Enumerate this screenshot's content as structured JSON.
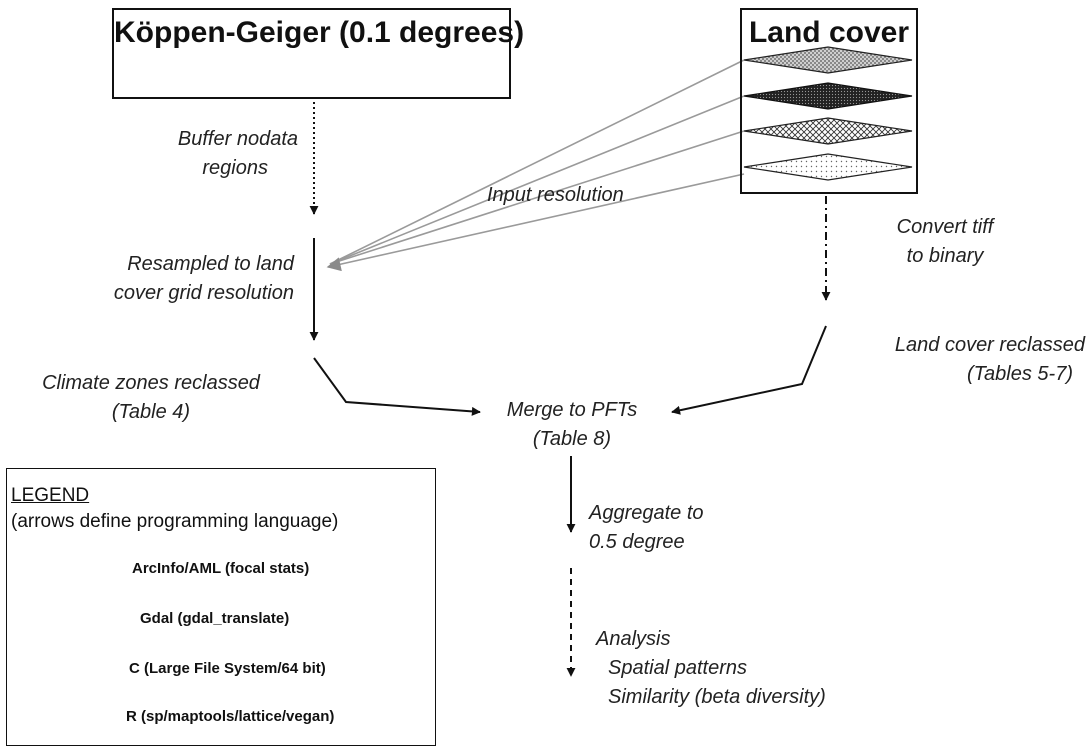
{
  "koppen": {
    "title": "Köppen-Geiger (0.1 degrees)",
    "icon": "diamond-raster-icon"
  },
  "landcover": {
    "title": "Land cover",
    "icons": [
      "diamond-raster-icon",
      "diamond-raster-icon",
      "diamond-raster-icon",
      "diamond-raster-icon"
    ]
  },
  "steps": {
    "buffer": [
      "Buffer nodata",
      "regions"
    ],
    "resampled": [
      "Resampled to land",
      "cover grid resolution"
    ],
    "input_resolution": "Input resolution",
    "convert": [
      "Convert tiff",
      "to binary"
    ],
    "climate": [
      "Climate zones reclassed",
      "(Table 4)"
    ],
    "merge": [
      "Merge to PFTs",
      "(Table 8)"
    ],
    "landcover_reclassed": [
      "Land cover reclassed",
      "(Tables 5-7)"
    ],
    "aggregate": [
      "Aggregate to",
      "0.5 degree"
    ],
    "analysis": [
      "Analysis",
      "Spatial patterns",
      "Similarity (beta diversity)"
    ]
  },
  "legend": {
    "heading": "LEGEND",
    "subheading": "(arrows define programming language)",
    "items": [
      {
        "label": "ArcInfo/AML (focal stats)",
        "line_style": "dotted"
      },
      {
        "label": "Gdal (gdal_translate)",
        "line_style": "dash-dot"
      },
      {
        "label": "C (Large File System/64 bit)",
        "line_style": "solid"
      },
      {
        "label": "R (sp/maptools/lattice/vegan)",
        "line_style": "dashed"
      }
    ]
  },
  "colors": {
    "arrow": "#111111",
    "resolution_lines": "#999999",
    "resolution_arrowhead": "#8a8a8a"
  }
}
